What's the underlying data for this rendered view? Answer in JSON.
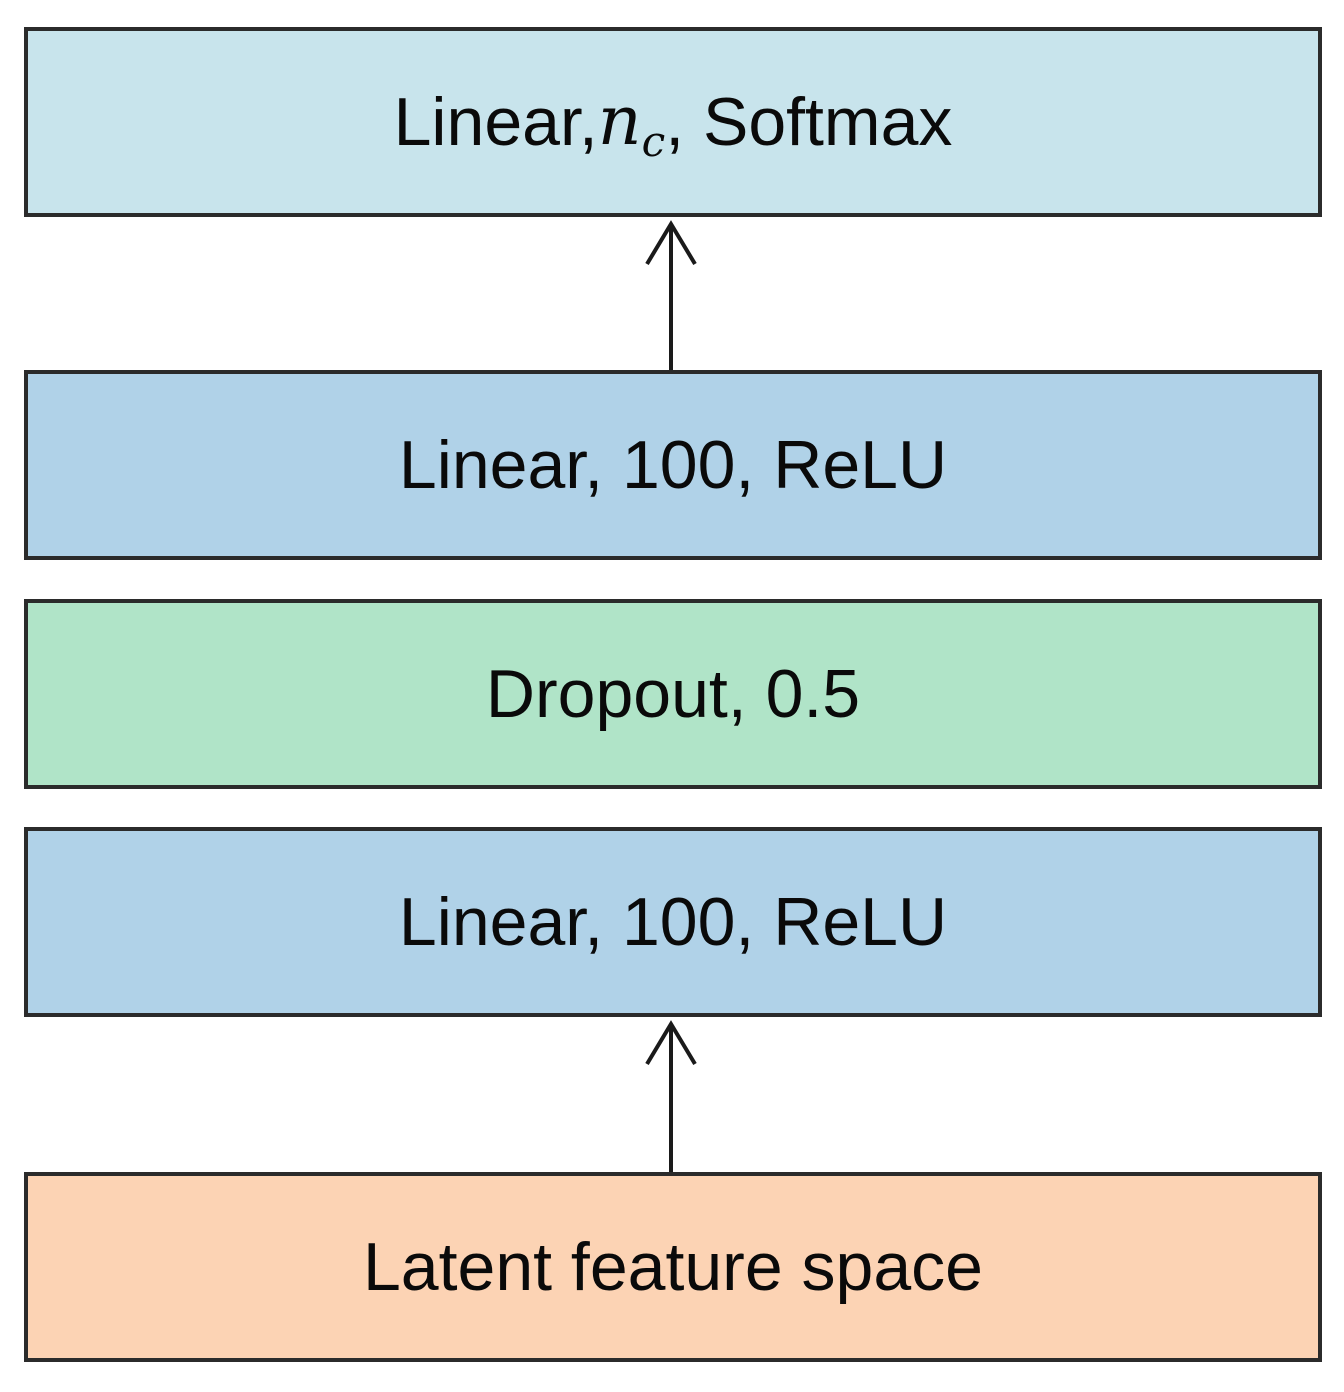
{
  "diagram": {
    "layers": {
      "output": {
        "prefix": "Linear, ",
        "math_base": "n",
        "math_sub": "c",
        "suffix": ", Softmax",
        "color": "#c8e4ec"
      },
      "hidden2": {
        "label": "Linear, 100, ReLU",
        "color": "#b0d2e8"
      },
      "dropout": {
        "label": "Dropout, 0.5",
        "color": "#b0e4c8"
      },
      "hidden1": {
        "label": "Linear, 100, ReLU",
        "color": "#b0d2e8"
      },
      "input": {
        "label": "Latent feature space",
        "color": "#fcd3b4"
      }
    },
    "border_color": "#2b2b2b",
    "arrow_color": "#1a1a1a"
  }
}
